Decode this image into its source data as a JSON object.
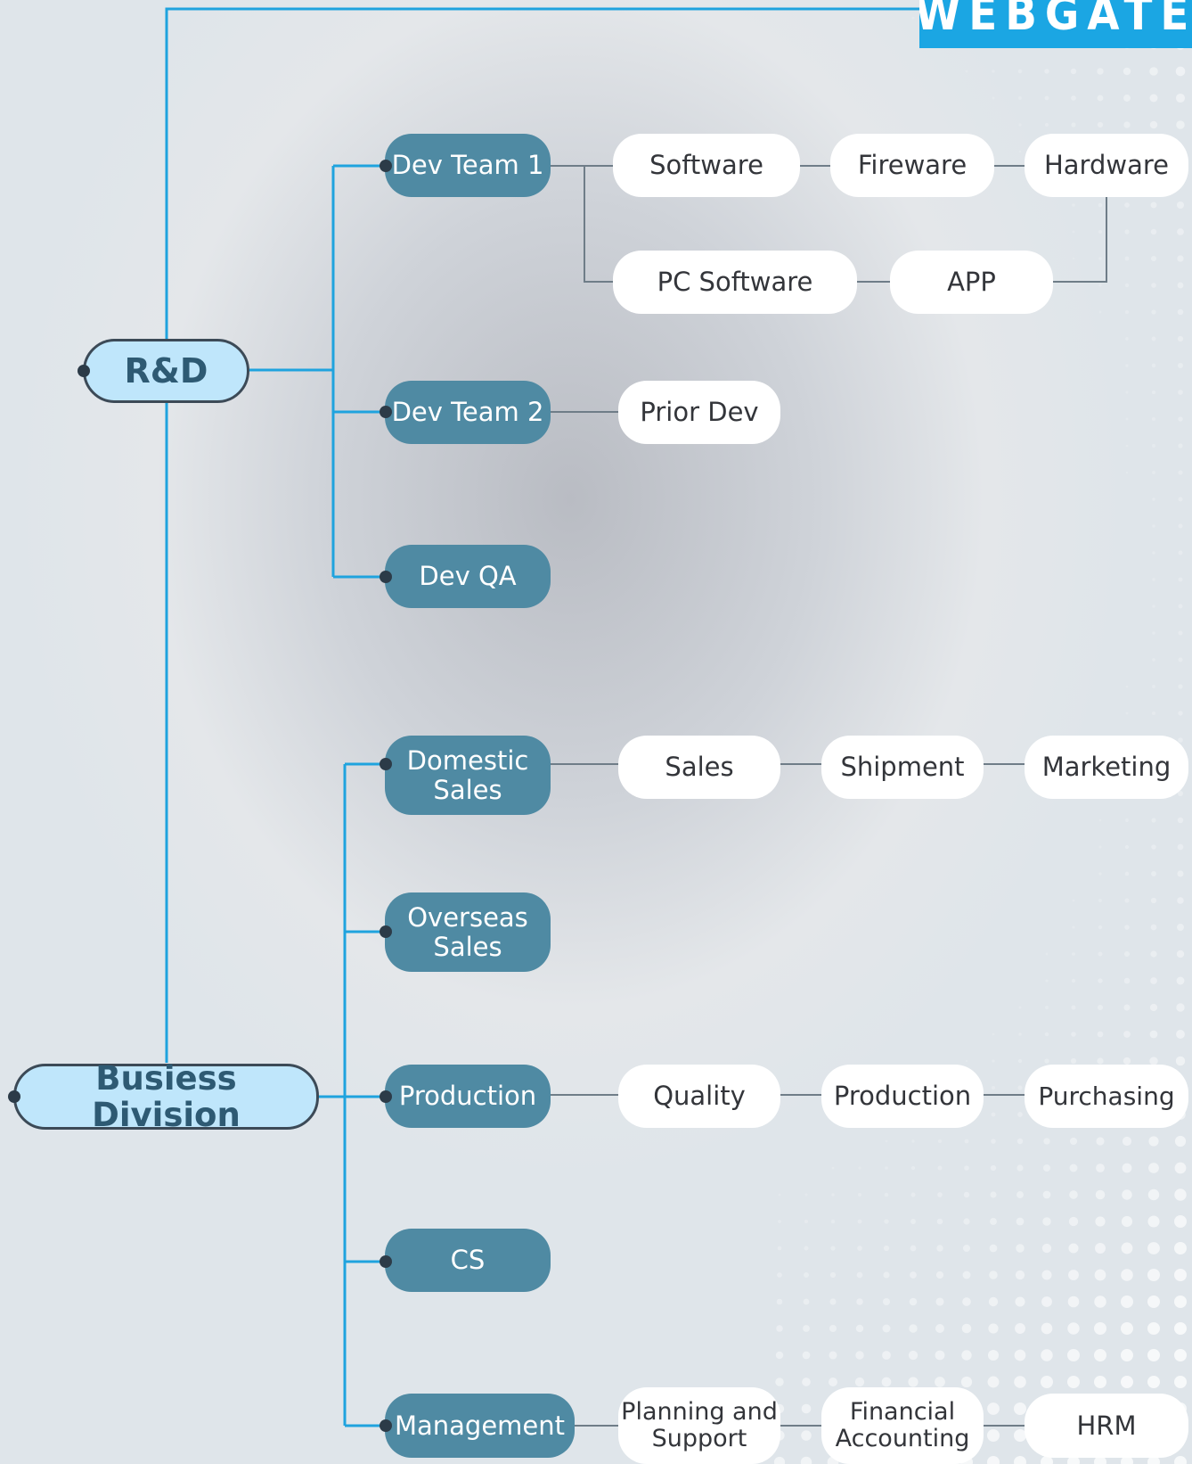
{
  "brand": "WEBGATE",
  "roots": {
    "rnd": "R&D",
    "business": "Busiess Division"
  },
  "departments": {
    "dev_team_1": "Dev Team 1",
    "dev_team_2": "Dev Team 2",
    "dev_qa": "Dev QA",
    "domestic_sales": "Domestic\nSales",
    "overseas_sales": "Overseas\nSales",
    "production": "Production",
    "cs": "CS",
    "management": "Management"
  },
  "units": {
    "software": "Software",
    "fireware": "Fireware",
    "hardware": "Hardware",
    "pc_software": "PC Software",
    "app": "APP",
    "prior_dev": "Prior Dev",
    "sales": "Sales",
    "shipment": "Shipment",
    "marketing": "Marketing",
    "quality": "Quality",
    "production": "Production",
    "purchasing": "Purchasing",
    "planning_support": "Planning and\nSupport",
    "financial_accounting": "Financial\nAccounting",
    "hrm": "HRM"
  },
  "colors": {
    "root_fill": "#bfe6fb",
    "department_fill": "#4f8aa3",
    "unit_fill": "#ffffff",
    "connector_blue": "#1fa3de",
    "connector_gray": "#6f7d88",
    "brand_bg": "#1ba6e3"
  }
}
